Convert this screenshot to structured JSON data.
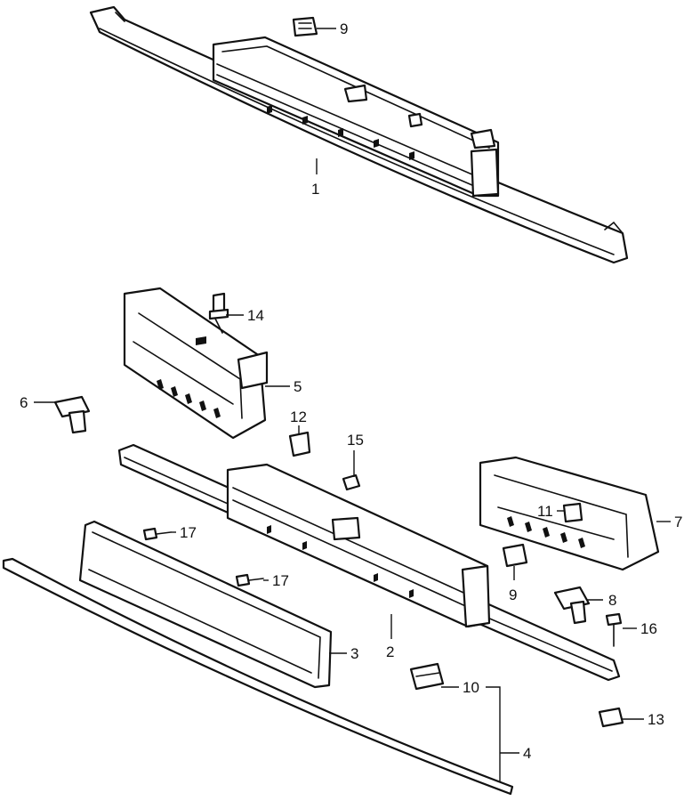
{
  "callouts": {
    "c1": "1",
    "c2": "2",
    "c3": "3",
    "c4": "4",
    "c5": "5",
    "c6": "6",
    "c7": "7",
    "c8": "8",
    "c9a": "9",
    "c9b": "9",
    "c10": "10",
    "c11": "11",
    "c12": "12",
    "c13": "13",
    "c14": "14",
    "c15": "15",
    "c16": "16",
    "c17a": "17",
    "c17b": "17"
  }
}
